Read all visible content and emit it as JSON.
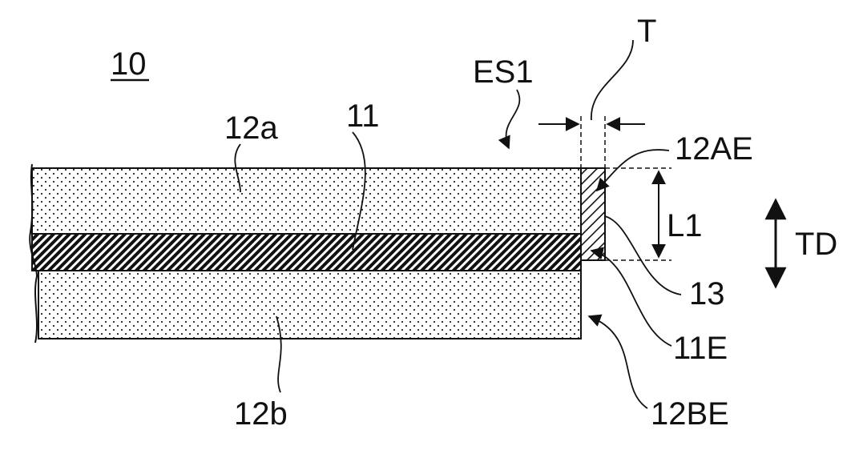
{
  "labels": {
    "figure_number": "10",
    "layer_top": "12a",
    "layer_middle": "11",
    "layer_bottom": "12b",
    "edge_surface": "ES1",
    "thickness": "T",
    "top_layer_edge": "12AE",
    "length": "L1",
    "direction": "TD",
    "edge_cover": "13",
    "middle_layer_edge": "11E",
    "bottom_layer_edge": "12BE"
  }
}
